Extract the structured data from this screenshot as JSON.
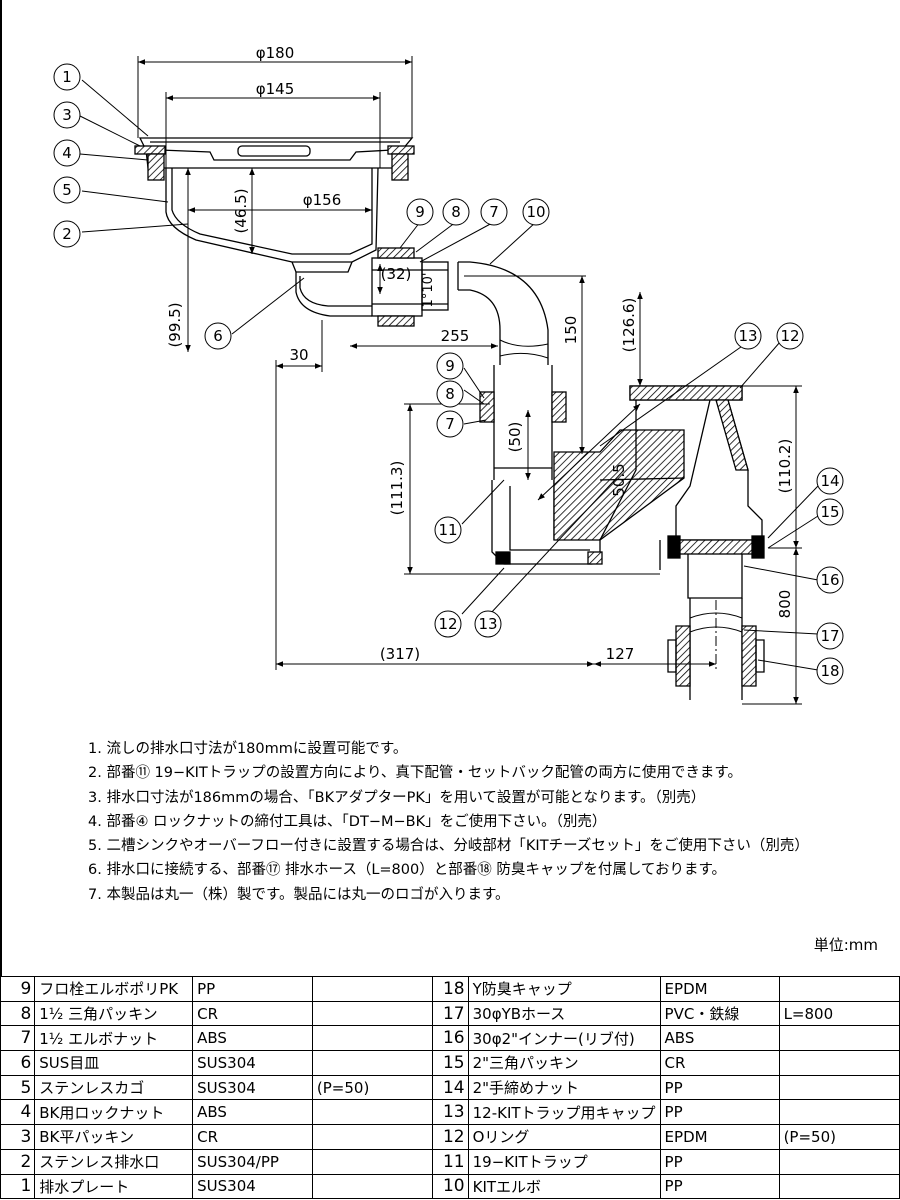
{
  "dimensions": {
    "d180": "φ180",
    "d145": "φ145",
    "d156": "φ156",
    "h46_5": "(46.5)",
    "h99_5": "(99.5)",
    "d32": "(32)",
    "angle": "1°10'",
    "l255": "255",
    "l30": "30",
    "l150": "150",
    "l126_6": "(126.6)",
    "d50": "(50)",
    "l111_3": "(111.3)",
    "l50_5": "50.5",
    "l110_2": "(110.2)",
    "l800": "800",
    "l317": "(317)",
    "l127": "127"
  },
  "callouts": [
    "1",
    "2",
    "3",
    "4",
    "5",
    "6",
    "7",
    "8",
    "9",
    "10",
    "11",
    "12",
    "13",
    "14",
    "15",
    "16",
    "17",
    "18"
  ],
  "notes": [
    "1. 流しの排水口寸法が180mmに設置可能です。",
    "2. 部番⑪ 19−KITトラップの設置方向により、真下配管・セットバック配管の両方に使用できます。",
    "3. 排水口寸法が186mmの場合、「BKアダプターPK」を用いて設置が可能となります。（別売）",
    "4. 部番④ ロックナットの締付工具は、「DT−M−BK」をご使用下さい。（別売）",
    "5. 二槽シンクやオーバーフロー付きに設置する場合は、分岐部材「KITチーズセット」をご使用下さい（別売）",
    "6. 排水口に接続する、部番⑰ 排水ホース（L=800）と部番⑱ 防臭キャップを付属しております。",
    "7. 本製品は丸一（株）製です。製品には丸一のロゴが入ります。"
  ],
  "unit": "単位:mm",
  "parts_left": [
    {
      "no": "9",
      "name": "フロ栓エルボポリPK",
      "material": "PP",
      "note": ""
    },
    {
      "no": "8",
      "name": "1½ 三角パッキン",
      "material": "CR",
      "note": ""
    },
    {
      "no": "7",
      "name": "1½ エルボナット",
      "material": "ABS",
      "note": ""
    },
    {
      "no": "6",
      "name": "SUS目皿",
      "material": "SUS304",
      "note": ""
    },
    {
      "no": "5",
      "name": "ステンレスカゴ",
      "material": "SUS304",
      "note": "(P=50)"
    },
    {
      "no": "4",
      "name": "BK用ロックナット",
      "material": "ABS",
      "note": ""
    },
    {
      "no": "3",
      "name": "BK平パッキン",
      "material": "CR",
      "note": ""
    },
    {
      "no": "2",
      "name": "ステンレス排水口",
      "material": "SUS304/PP",
      "note": ""
    },
    {
      "no": "1",
      "name": "排水プレート",
      "material": "SUS304",
      "note": ""
    }
  ],
  "parts_right": [
    {
      "no": "18",
      "name": "Y防臭キャップ",
      "material": "EPDM",
      "note": ""
    },
    {
      "no": "17",
      "name": "30φYBホース",
      "material": "PVC・鉄線",
      "note": "L=800"
    },
    {
      "no": "16",
      "name": "30φ2\"インナー(リブ付)",
      "material": "ABS",
      "note": ""
    },
    {
      "no": "15",
      "name": "2\"三角パッキン",
      "material": "CR",
      "note": ""
    },
    {
      "no": "14",
      "name": "2\"手締めナット",
      "material": "PP",
      "note": ""
    },
    {
      "no": "13",
      "name": "12-KITトラップ用キャップ",
      "material": "PP",
      "note": ""
    },
    {
      "no": "12",
      "name": "Oリング",
      "material": "EPDM",
      "note": "(P=50)"
    },
    {
      "no": "11",
      "name": "19−KITトラップ",
      "material": "PP",
      "note": ""
    },
    {
      "no": "10",
      "name": "KITエルボ",
      "material": "PP",
      "note": ""
    }
  ]
}
